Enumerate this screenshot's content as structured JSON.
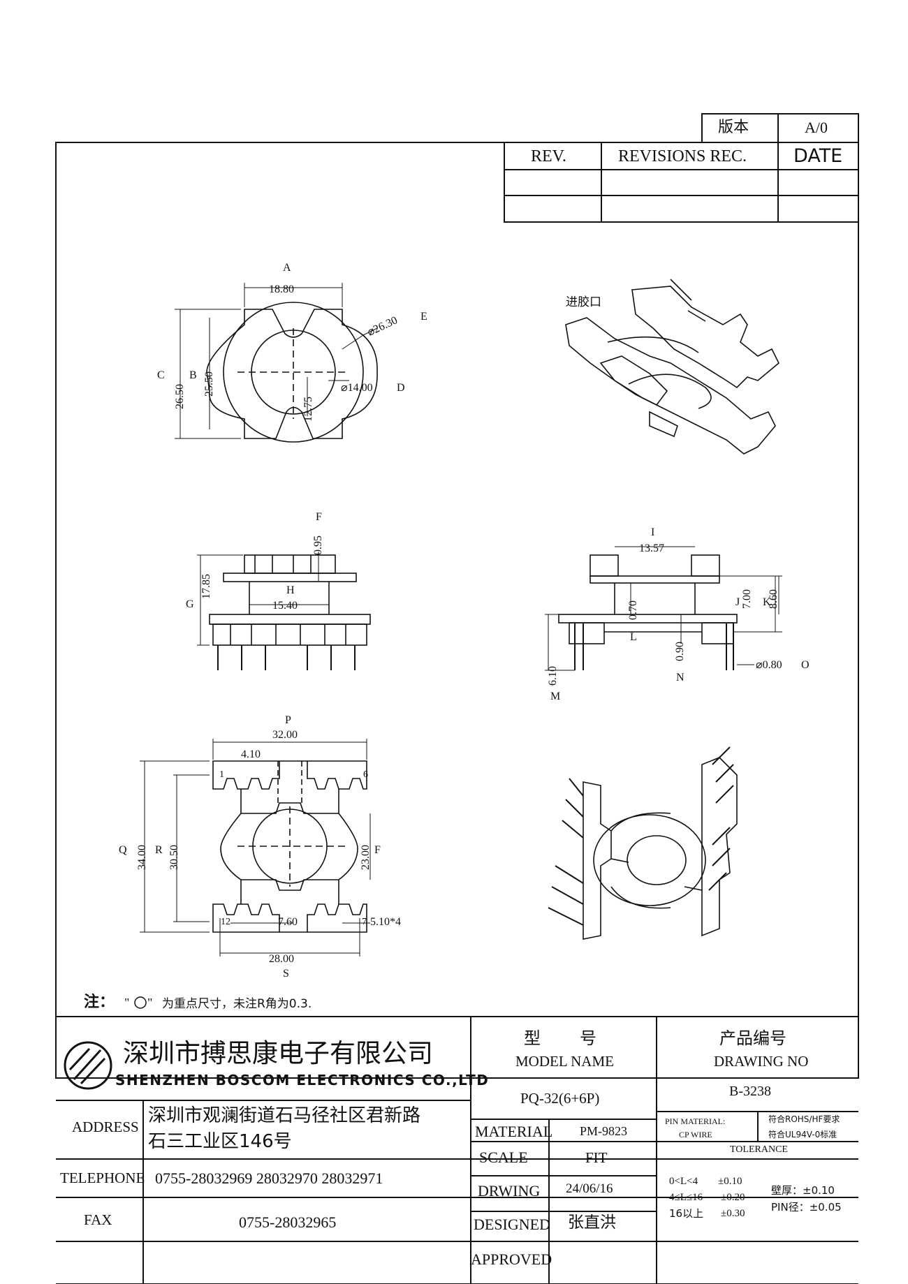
{
  "version_box": {
    "label": "版本",
    "value": "A/0"
  },
  "revisions": {
    "col_rev": "REV.",
    "col_rec": "REVISIONS REC.",
    "col_date": "DATE"
  },
  "views": {
    "top": {
      "dim_a": "18.80",
      "circle_a": "A",
      "dim_c": "26.50",
      "circle_c": "C",
      "dim_b": "25.50",
      "circle_b": "B",
      "dim_e": "⌀26.30",
      "circle_e": "E",
      "dim_d": "⌀14.00",
      "circle_d": "D",
      "dim_12": "12.75"
    },
    "iso_top": {
      "label": "进胶口"
    },
    "front": {
      "dim_f": "0.95",
      "circle_f": "F",
      "dim_g": "17.85",
      "circle_g": "G",
      "dim_h": "15.40",
      "circle_h": "H"
    },
    "side": {
      "dim_i": "13.57",
      "circle_i": "I",
      "dim_j": "7.00",
      "circle_j": "J",
      "dim_k": "8.60",
      "circle_k": "K",
      "dim_l": "0.70",
      "circle_l": "L",
      "dim_m": "6.10",
      "circle_m": "M",
      "dim_n": "0.90",
      "circle_n": "N",
      "dim_o": "⌀0.80",
      "circle_o": "O"
    },
    "bottom": {
      "dim_p": "32.00",
      "circle_p": "P",
      "dim_410": "4.10",
      "pin1": "1",
      "pin6": "6",
      "pin12": "12",
      "pin7": "7",
      "dim_q": "34.00",
      "circle_q": "Q",
      "dim_r": "30.50",
      "circle_r": "R",
      "dim_23": "23.00",
      "circle_23": "F",
      "dim_760": "7.60",
      "dim_510": "5.10*4",
      "dim_s": "28.00",
      "circle_s": "S"
    }
  },
  "note": {
    "prefix": "注：",
    "text": "为重点尺寸，未注R角为0.3."
  },
  "company": {
    "cn": "深圳市搏思康电子有限公司",
    "en": "SHENZHEN BOSCOM ELECTRONICS CO.,LTD"
  },
  "address": {
    "label": "ADDRESS",
    "line1": "深圳市观澜街道石马径社区君新路",
    "line2": "石三工业区146号"
  },
  "telephone": {
    "label": "TELEPHONE",
    "value": "0755-28032969 28032970 28032971"
  },
  "fax": {
    "label": "FAX",
    "value": "0755-28032965"
  },
  "model": {
    "cn1": "型",
    "cn2": "号",
    "en": "MODEL NAME",
    "value": "PQ-32(6+6P)"
  },
  "drawing": {
    "cn": "产品编号",
    "en": "DRAWING NO",
    "value": "B-3238"
  },
  "fields": {
    "material_label": "MATERIAL",
    "material_value": "PM-9823",
    "scale_label": "SCALE",
    "scale_value": "FIT",
    "drwing_label": "DRWING",
    "drwing_value": "24/06/16",
    "designed_label": "DESIGNED",
    "designed_value": "张直洪",
    "approved_label": "APPROVED",
    "approved_value": ""
  },
  "pin_material": {
    "label": "PIN MATERIAL:",
    "value": "符合ROHS/HF要求",
    "wire": "CP WIRE",
    "wire_value": "符合UL94V-0标准"
  },
  "tolerance": {
    "title": "TOLERANCE",
    "r1a": "0<L<4",
    "r1b": "±0.10",
    "r2a": "4≤L≤16",
    "r2b": "±0.20",
    "r3a": "16以上",
    "r3b": "±0.30",
    "wall": "壁厚：±0.10",
    "pin": "PIN径：±0.05"
  }
}
